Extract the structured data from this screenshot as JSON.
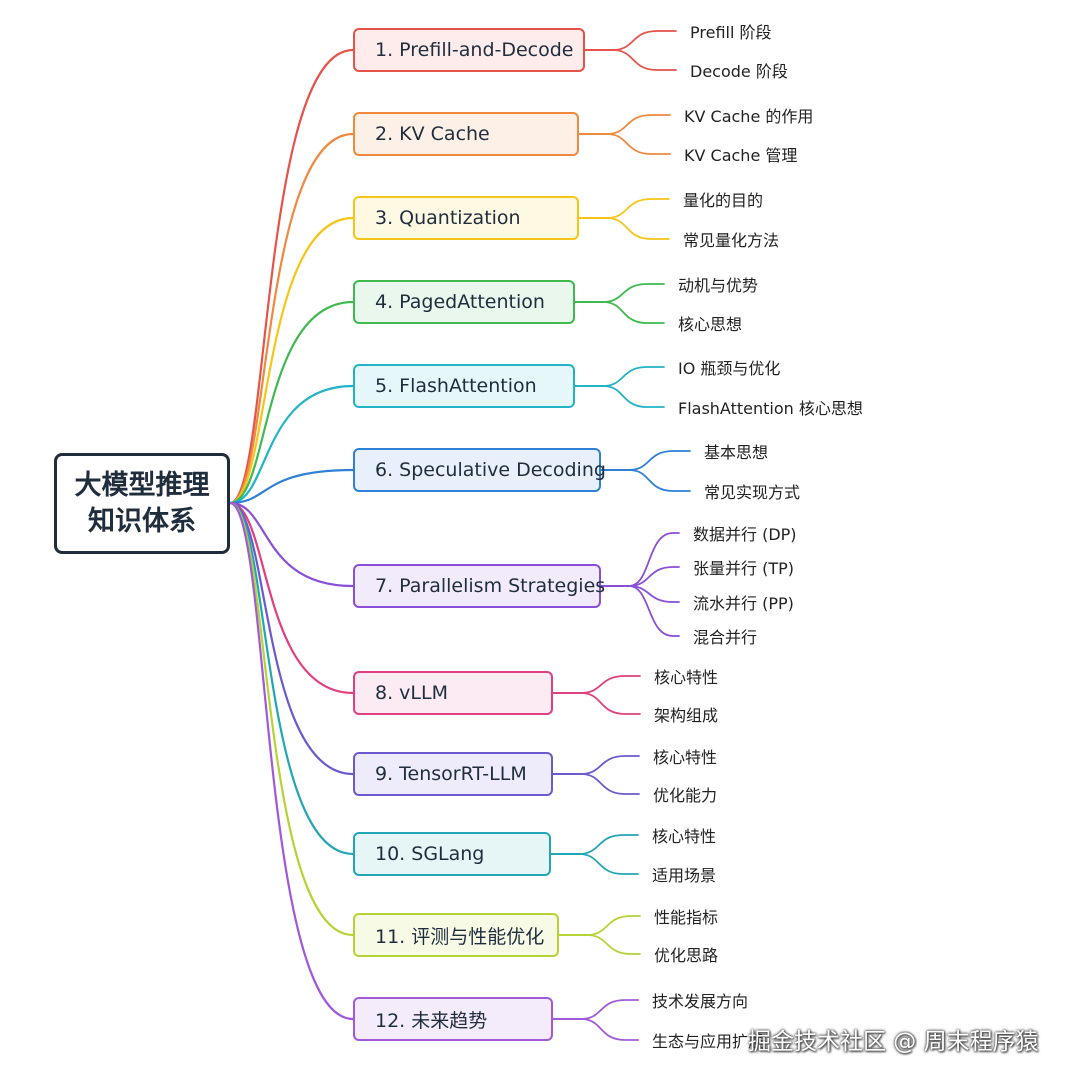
{
  "root": {
    "line1": "大模型推理",
    "line2": "知识体系"
  },
  "topics": [
    {
      "label": "1. Prefill-and-Decode",
      "color": "#e5534b",
      "fill": "#fdeceb",
      "children": [
        "Prefill 阶段",
        "Decode 阶段"
      ]
    },
    {
      "label": "2. KV Cache",
      "color": "#f0883e",
      "fill": "#fdf0e6",
      "children": [
        "KV Cache 的作用",
        "KV Cache 管理"
      ]
    },
    {
      "label": "3. Quantization",
      "color": "#f5c518",
      "fill": "#fef9e3",
      "children": [
        "量化的目的",
        "常见量化方法"
      ]
    },
    {
      "label": "4. PagedAttention",
      "color": "#3fb950",
      "fill": "#e9f7ec",
      "children": [
        "动机与优势",
        "核心思想"
      ]
    },
    {
      "label": "5. FlashAttention",
      "color": "#22b3c4",
      "fill": "#e6f7f9",
      "children": [
        "IO 瓶颈与优化",
        "FlashAttention 核心思想"
      ]
    },
    {
      "label": "6. Speculative Decoding",
      "color": "#2f81d7",
      "fill": "#e7f0fb",
      "children": [
        "基本思想",
        "常见实现方式"
      ]
    },
    {
      "label": "7. Parallelism Strategies",
      "color": "#8a4fd8",
      "fill": "#f1ebfb",
      "children": [
        "数据并行 (DP)",
        "张量并行 (TP)",
        "流水并行 (PP)",
        "混合并行"
      ]
    },
    {
      "label": "8. vLLM",
      "color": "#e0407f",
      "fill": "#fcebf2",
      "children": [
        "核心特性",
        "架构组成"
      ]
    },
    {
      "label": "9. TensorRT-LLM",
      "color": "#6a5acd",
      "fill": "#eeecfb",
      "children": [
        "核心特性",
        "优化能力"
      ]
    },
    {
      "label": "10. SGLang",
      "color": "#22a6b3",
      "fill": "#e6f6f7",
      "children": [
        "核心特性",
        "适用场景"
      ]
    },
    {
      "label": "11. 评测与性能优化",
      "color": "#b5d334",
      "fill": "#f7fbe6",
      "children": [
        "性能指标",
        "优化思路"
      ]
    },
    {
      "label": "12. 未来趋势",
      "color": "#a259d9",
      "fill": "#f4ecfb",
      "children": [
        "技术发展方向",
        "生态与应用扩展"
      ]
    }
  ],
  "watermark": "掘金技术社区 @ 周末程序猿"
}
